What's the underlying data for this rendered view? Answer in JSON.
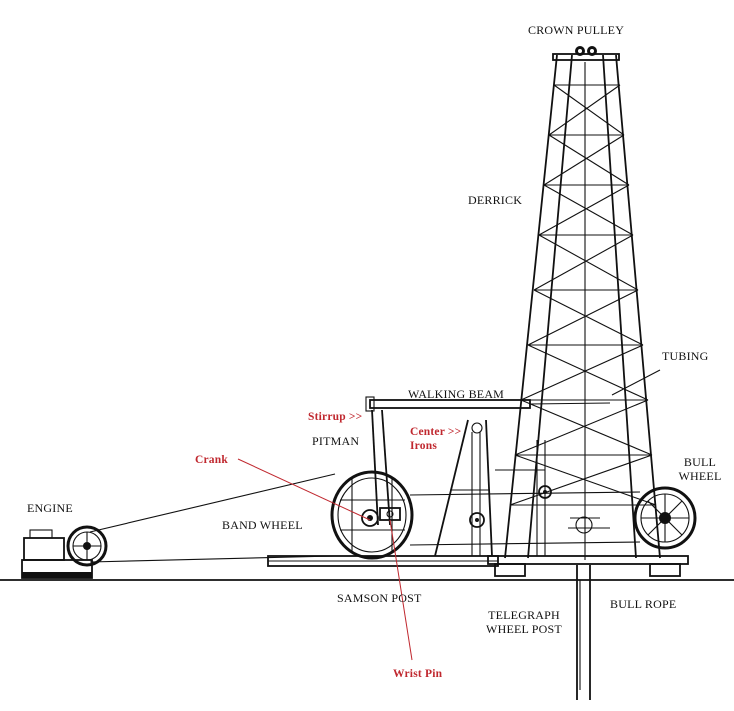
{
  "labels": {
    "crown_pulley": "CROWN PULLEY",
    "derrick": "DERRICK",
    "tubing": "TUBING",
    "walking_beam": "WALKING BEAM",
    "bull_wheel": "BULL WHEEL",
    "pitman": "PITMAN",
    "engine": "ENGINE",
    "band_wheel": "BAND WHEEL",
    "samson_post": "SAMSON POST",
    "telegraph_wheel_post": "TELEGRAPH WHEEL POST",
    "bull_rope": "BULL ROPE"
  },
  "annotations": {
    "stirrup": "Stirrup >>",
    "center_irons": "Center >> Irons",
    "crank": "Crank",
    "wrist_pin": "Wrist Pin"
  },
  "colors": {
    "ink": "#111111",
    "annotation_red": "#c0282f",
    "background": "#ffffff"
  }
}
